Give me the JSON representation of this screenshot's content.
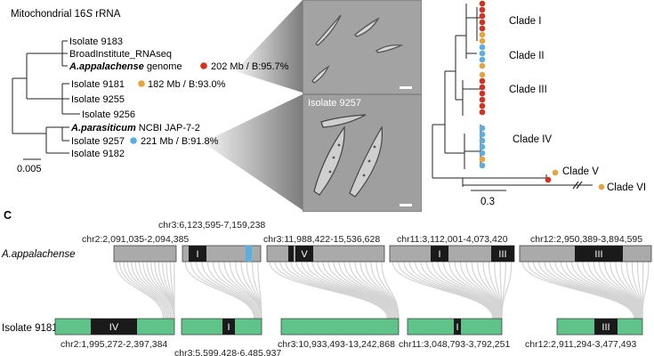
{
  "tree16s": {
    "title": "Mitochondrial 16S rRNA",
    "title_plain": "Mitochondrial 16",
    "title_italic": "S",
    "title_suffix": " rRNA",
    "leaves": {
      "i9183": "Isolate 9183",
      "broad": "BroadInstitute_RNAseq",
      "appalachense_name": "A.appalachense",
      "appalachense_genome": " genome",
      "appalachense_stats": "202 Mb / B:95.7%",
      "i9181": "Isolate 9181",
      "i9181_stats": "182 Mb / B:93.0%",
      "i9255": "Isolate 9255",
      "i9256": "Isolate 9256",
      "parasiticum_name": "A.parasiticum",
      "parasiticum_suffix": " NCBI JAP-7-2",
      "i9257": "Isolate 9257",
      "i9257_stats": "221 Mb / B:91.8%",
      "i9182": "Isolate 9182"
    },
    "scale": "0.005"
  },
  "micrographs": {
    "bottom_label": "Isolate 9257"
  },
  "phylogeny": {
    "clades": [
      "Clade I",
      "Clade II",
      "Clade III",
      "Clade IV",
      "Clade V",
      "Clade VI"
    ],
    "scale": "0.3"
  },
  "synteny": {
    "panel_label": "C",
    "top_species": "A.appalachense",
    "bottom_species": "Isolate 9181",
    "top_regions": [
      "chr2:2,091,035-2,094,385",
      "chr3:6,123,595-7,159,238",
      "chr3:11,988,422-15,536,628",
      "chr11:3,112,001-4,073,420",
      "chr12:2,950,389-3,894,595"
    ],
    "bottom_regions": [
      "chr2:1,995,272-2,397,384",
      "chr3:5,599,428-6,485,937",
      "chr3:10,933,493-13,242,868",
      "chr11:3,048,793-3,792,251",
      "chr12:2,911,294-3,477,493"
    ],
    "block_labels": {
      "b1": "I",
      "b2": "V",
      "b3": "I",
      "b4": "III",
      "b5": "III",
      "g1": "IV",
      "g2": "I",
      "g3": "I",
      "g4": "III"
    }
  },
  "colors": {
    "red": "#d7301f",
    "orange": "#e8a33d",
    "blue": "#5aaee0",
    "chrom_gray": "#aaaaaa",
    "chrom_green": "#5fc38a",
    "block": "#1a1a1a",
    "link": "#d4d4d4"
  }
}
